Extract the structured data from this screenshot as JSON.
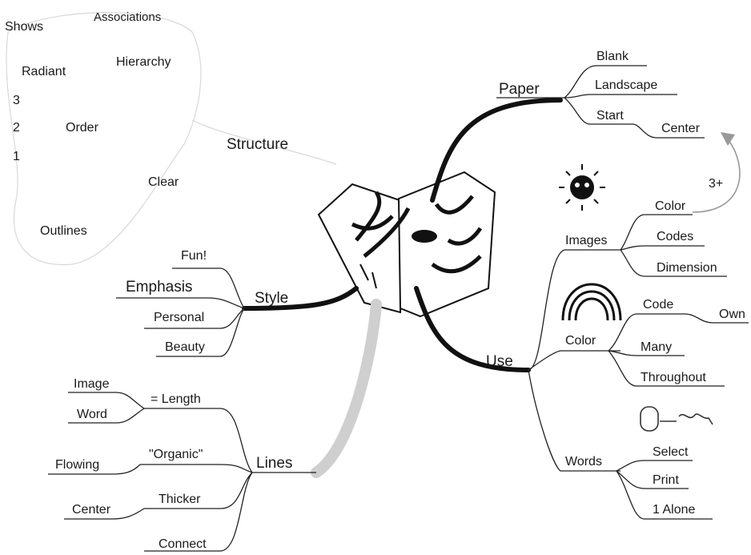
{
  "center_label": "",
  "main_branches": {
    "structure": "Structure",
    "style": "Style",
    "lines": "Lines",
    "paper": "Paper",
    "use": "Use"
  },
  "structure": {
    "shows": "Shows",
    "associations": "Associations",
    "radiant": "Radiant",
    "hierarchy": "Hierarchy",
    "n3": "3",
    "n2": "2",
    "n1": "1",
    "order": "Order",
    "clear": "Clear",
    "outlines": "Outlines"
  },
  "style": {
    "fun": "Fun!",
    "emphasis": "Emphasis",
    "personal": "Personal",
    "beauty": "Beauty"
  },
  "lines": {
    "image": "Image",
    "word": "Word",
    "length": "= Length",
    "organic": "\"Organic\"",
    "flowing": "Flowing",
    "thicker": "Thicker",
    "center": "Center",
    "connect": "Connect"
  },
  "paper": {
    "blank": "Blank",
    "landscape": "Landscape",
    "start": "Start",
    "center": "Center",
    "three_plus": "3+"
  },
  "use": {
    "images": "Images",
    "color_sub": "Color",
    "codes": "Codes",
    "dimension": "Dimension",
    "color": "Color",
    "code": "Code",
    "own": "Own",
    "many": "Many",
    "throughout": "Throughout",
    "words": "Words",
    "select": "Select",
    "print": "Print",
    "alone": "1 Alone"
  },
  "colors": {
    "ink": "#1a1a1a",
    "faint": "#d8d8d8",
    "arrow": "#999999"
  },
  "icons": [
    "mind-map-center-image",
    "sun-icon",
    "rainbow-icon",
    "word-scribble-icon"
  ]
}
